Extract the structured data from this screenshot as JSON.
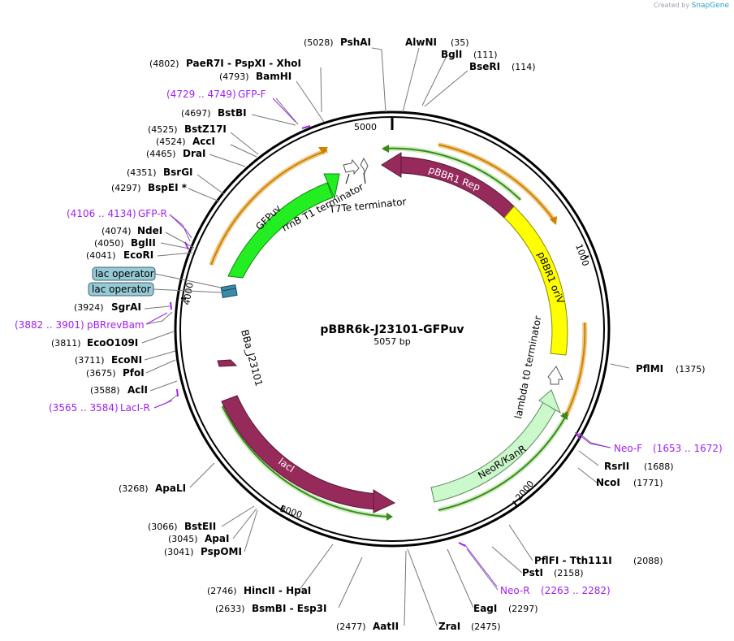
{
  "credit": {
    "prefix": "Created by",
    "brand": "SnapGene"
  },
  "plasmid": {
    "name": "pBBR6k-J23101-GFPuv",
    "size_label": "5057 bp",
    "length": 5057
  },
  "ticks": [
    "1000",
    "2000",
    "3000",
    "4000",
    "5000"
  ],
  "features": [
    {
      "name": "pBBR1 Rep",
      "color": "#962a5b"
    },
    {
      "name": "pBBR1 oriV",
      "color": "#ffff00"
    },
    {
      "name": "lambda t0 terminator",
      "color": "#ffffff"
    },
    {
      "name": "NeoR/KanR",
      "color": "#ccf9cc"
    },
    {
      "name": "lacI",
      "color": "#962a5b"
    },
    {
      "name": "BBa_J23101",
      "color": "#962a5b"
    },
    {
      "name": "GFPuv",
      "color": "#22ee22"
    },
    {
      "name": "rrnB T1 terminator",
      "color": "#ffffff"
    },
    {
      "name": "T7Te terminator",
      "color": "#ffffff"
    },
    {
      "name": "lac operator",
      "color": "#96cad6"
    },
    {
      "name": "lac operator",
      "color": "#96cad6"
    }
  ],
  "labels": [
    {
      "pos": "(5028)",
      "name": "PshAI"
    },
    {
      "name": "AlwNI",
      "pos": "(35)"
    },
    {
      "name": "BglI",
      "pos": "(111)"
    },
    {
      "name": "BseRI",
      "pos": "(114)"
    },
    {
      "pos": "(4802)",
      "name": "PaeR7I  - PspXI  - XhoI"
    },
    {
      "pos": "(4793)",
      "name": "BamHI"
    },
    {
      "pos": "(4729 .. 4749)",
      "name": "GFP-F",
      "primer": true
    },
    {
      "pos": "(4697)",
      "name": "BstBI"
    },
    {
      "pos": "(4525)",
      "name": "BstZ17I"
    },
    {
      "pos": "(4524)",
      "name": "AccI"
    },
    {
      "pos": "(4465)",
      "name": "DraI"
    },
    {
      "pos": "(4351)",
      "name": "BsrGI"
    },
    {
      "pos": "(4297)",
      "name": "BspEI *"
    },
    {
      "pos": "(4106 .. 4134)",
      "name": "GFP-R",
      "primer": true
    },
    {
      "pos": "(4074)",
      "name": "NdeI"
    },
    {
      "pos": "(4050)",
      "name": "BglII"
    },
    {
      "pos": "(4041)",
      "name": "EcoRI"
    },
    {
      "pos": "(3924)",
      "name": "SgrAI"
    },
    {
      "pos": "(3882 .. 3901)",
      "name": "pBRrevBam",
      "primer": true
    },
    {
      "pos": "(3811)",
      "name": "EcoO109I"
    },
    {
      "pos": "(3711)",
      "name": "EcoNI"
    },
    {
      "pos": "(3675)",
      "name": "PfoI"
    },
    {
      "pos": "(3588)",
      "name": "AclI"
    },
    {
      "pos": "(3565 .. 3584)",
      "name": "LacI-R",
      "primer": true
    },
    {
      "pos": "(3268)",
      "name": "ApaLI"
    },
    {
      "pos": "(3066)",
      "name": "BstEII"
    },
    {
      "pos": "(3045)",
      "name": "ApaI"
    },
    {
      "pos": "(3041)",
      "name": "PspOMI"
    },
    {
      "pos": "(2746)",
      "name": "HincII  - HpaI"
    },
    {
      "pos": "(2633)",
      "name": "BsmBI  - Esp3I"
    },
    {
      "pos": "(2477)",
      "name": "AatII"
    },
    {
      "name": "ZraI",
      "pos": "(2475)"
    },
    {
      "name": "EagI",
      "pos": "(2297)"
    },
    {
      "name": "Neo-R",
      "pos": "(2263 .. 2282)",
      "primer": true
    },
    {
      "name": "PstI",
      "pos": "(2158)"
    },
    {
      "name": "PflFI  - Tth111I",
      "pos": "(2088)"
    },
    {
      "name": "NcoI",
      "pos": "(1771)"
    },
    {
      "name": "RsrII",
      "pos": "(1688)"
    },
    {
      "name": "Neo-F",
      "pos": "(1653 .. 1672)",
      "primer": true
    },
    {
      "name": "PflMI",
      "pos": "(1375)"
    }
  ]
}
